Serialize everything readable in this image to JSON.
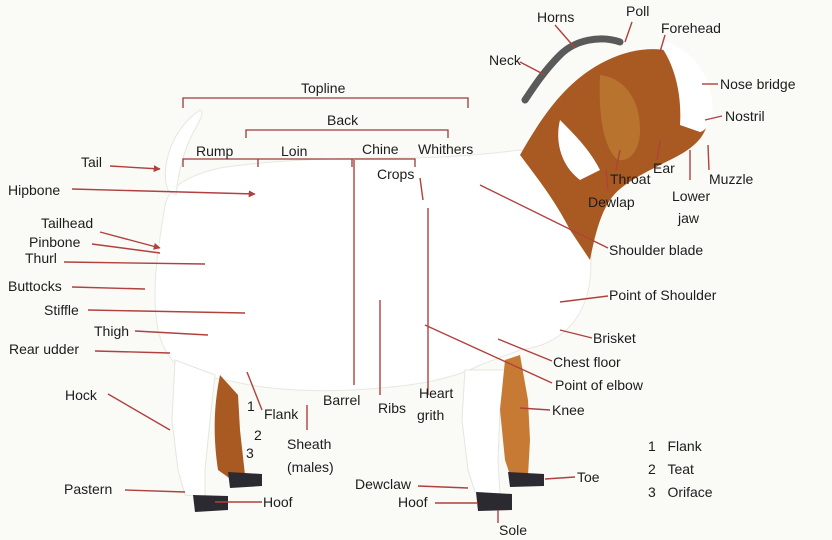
{
  "labels": {
    "topline": "Topline",
    "back": "Back",
    "rump": "Rump",
    "loin": "Loin",
    "chine": "Chine",
    "withers": "Whithers",
    "crops": "Crops",
    "tail": "Tail",
    "hipbone": "Hipbone",
    "tailhead": "Tailhead",
    "pinbone": "Pinbone",
    "thurl": "Thurl",
    "buttocks": "Buttocks",
    "stiffle": "Stiffle",
    "thigh": "Thigh",
    "rear_udder": "Rear udder",
    "hock": "Hock",
    "pastern": "Pastern",
    "hoof_rear": "Hoof",
    "flank": "Flank",
    "sheath_line1": "Sheath",
    "sheath_line2": "(males)",
    "barrel": "Barrel",
    "ribs": "Ribs",
    "heart_line1": "Heart",
    "heart_line2": "grith",
    "dewclaw": "Dewclaw",
    "hoof_front": "Hoof",
    "sole": "Sole",
    "toe": "Toe",
    "knee": "Knee",
    "point_of_elbow": "Point of elbow",
    "chest_floor": "Chest floor",
    "brisket": "Brisket",
    "point_of_shoulder": "Point of Shoulder",
    "shoulder_blade": "Shoulder blade",
    "horns": "Horns",
    "poll": "Poll",
    "forehead": "Forehead",
    "neck": "Neck",
    "nose_bridge": "Nose bridge",
    "nostril": "Nostril",
    "throat": "Throat",
    "ear": "Ear",
    "muzzle": "Muzzle",
    "lower_jaw_line1": "Lower",
    "lower_jaw_line2": "jaw",
    "dewlap": "Dewlap",
    "num1": "1",
    "num2": "2",
    "num3": "3"
  },
  "legend": [
    {
      "num": "1",
      "text": "Flank"
    },
    {
      "num": "2",
      "text": "Teat"
    },
    {
      "num": "3",
      "text": "Oriface"
    }
  ],
  "colors": {
    "pointer": "#b0413e",
    "bracket": "#9a3a3a",
    "coat_white": "#ffffff",
    "coat_brown": "#a85a22",
    "hoof": "#2a2a30"
  }
}
